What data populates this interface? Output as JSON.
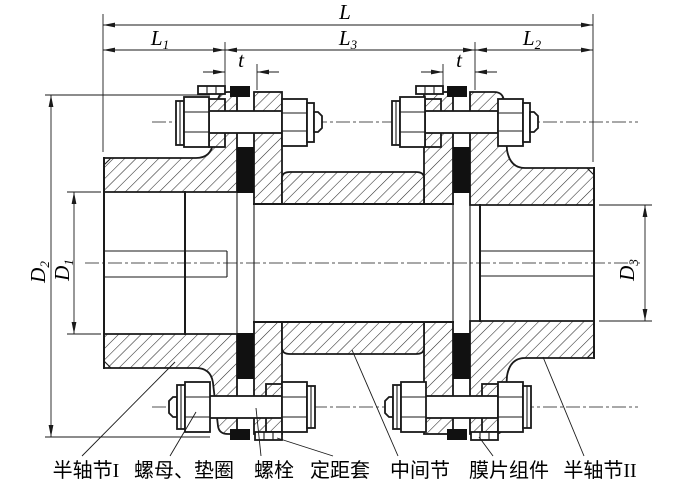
{
  "dims": {
    "L": "L",
    "L1": {
      "main": "L",
      "sub": "1"
    },
    "L3": {
      "main": "L",
      "sub": "3"
    },
    "L2": {
      "main": "L",
      "sub": "2"
    },
    "t": "t",
    "D2": {
      "main": "D",
      "sub": "2"
    },
    "D1": {
      "main": "D",
      "sub": "1"
    },
    "D3": {
      "main": "D",
      "sub": "3"
    }
  },
  "parts": [
    {
      "label": "半轴节I"
    },
    {
      "label": "螺母、垫圈"
    },
    {
      "label": "螺栓"
    },
    {
      "label": "定距套"
    },
    {
      "label": "中间节"
    },
    {
      "label": "膜片组件"
    },
    {
      "label": "半轴节II"
    }
  ],
  "colors": {
    "line": "#1a1a1a",
    "background": "#ffffff",
    "diaphragm_fill": "#111111"
  }
}
